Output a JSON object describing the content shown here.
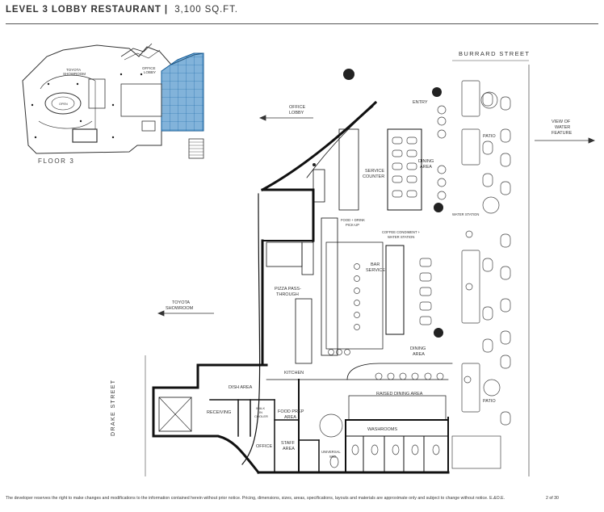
{
  "header": {
    "title": "LEVEL 3 LOBBY RESTAURANT |",
    "area": "3,100 SQ.FT."
  },
  "keyplan": {
    "caption": "FLOOR 3",
    "labels": {
      "toyota_showroom": "TOYOTA\nSHOWROOM",
      "office_lobby": "OFFICE\nLOBBY",
      "open": "OPEN"
    },
    "highlight_color": "#1b75bc"
  },
  "streets": {
    "burrard": "BURRARD STREET",
    "drake": "DRAKE STREET"
  },
  "directions": {
    "office_lobby": "OFFICE\nLOBBY",
    "toyota_showroom": "TOYOTA\nSHOWROOM",
    "water_feature": "VIEW OF\nWATER\nFEATURE"
  },
  "rooms": {
    "entry": "ENTRY",
    "patio_top": "PATIO",
    "patio_bottom": "PATIO",
    "dining_area_top": "DINING\nAREA",
    "dining_area_mid": "DINING\nAREA",
    "service_counter": "SERVICE\nCOUNTER",
    "water_station": "WATER STATION",
    "food_drink_pickup": "FOOD + DRINK\nPICK-UP",
    "coffee_condiment": "COFFEE CONDIMENT +\nWATER STATION",
    "bar_service": "BAR\nSERVICE",
    "pizza_pass_through": "PIZZA PASS-\nTHROUGH",
    "kitchen": "KITCHEN",
    "dish_area": "DISH AREA",
    "raised_dining_area": "RAISED DINING AREA",
    "receiving": "RECEIVING",
    "walk_in_cooler": "WALK\nIN\nCOOLER",
    "food_prep_area": "FOOD PREP\nAREA",
    "washrooms": "WASHROOMS",
    "office": "OFFICE",
    "staff_area": "STAFF\nAREA",
    "universal_wc": "UNIVERSAL\nW/C"
  },
  "footer": {
    "disclaimer": "The developer reserves the right to make changes and modifications to the information contained herein without prior notice. Pricing, dimensions, sizes, areas, specifications, layouts and materials are approximate only and subject to change without notice. E.&O.E.",
    "page": "2 of 30"
  }
}
